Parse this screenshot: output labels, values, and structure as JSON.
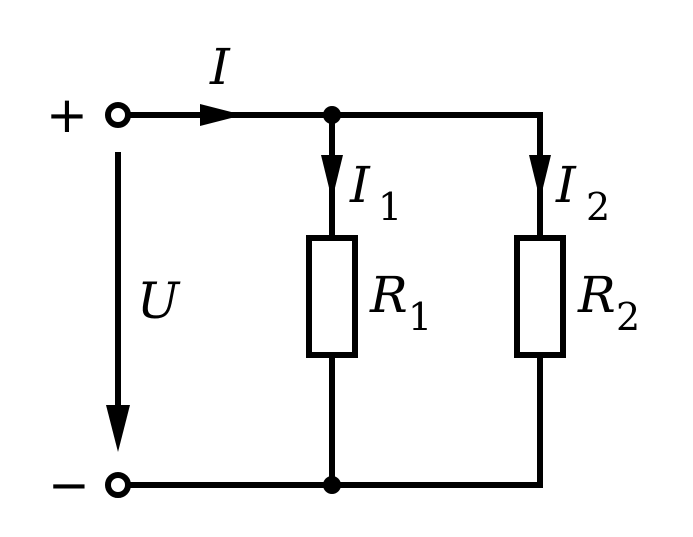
{
  "diagram": {
    "source": {
      "plus_sign": "+",
      "minus_sign": "−",
      "voltage_label": "U"
    },
    "main_current": {
      "label": "I"
    },
    "branch1": {
      "current_label": "I",
      "current_sub": "1",
      "resistor_label": "R",
      "resistor_sub": "1"
    },
    "branch2": {
      "current_label": "I",
      "current_sub": "2",
      "resistor_label": "R",
      "resistor_sub": "2"
    }
  }
}
